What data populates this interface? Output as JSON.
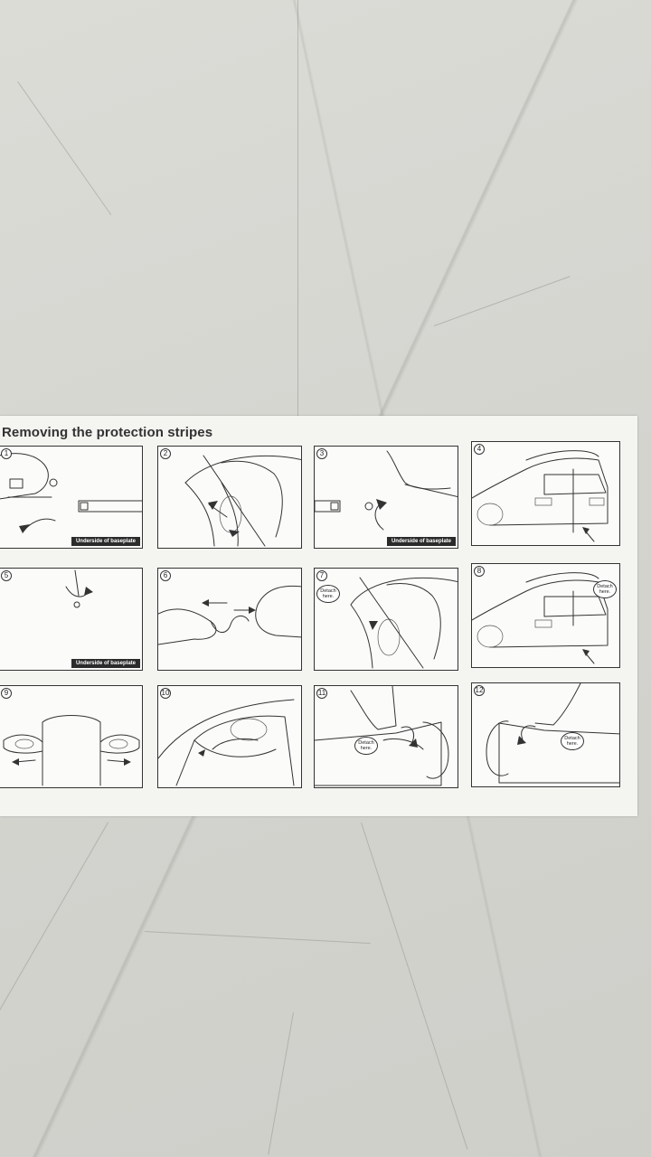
{
  "title": "Removing the protection stripes",
  "steps": [
    {
      "number": "1",
      "caption": "Underside of baseplate"
    },
    {
      "number": "2"
    },
    {
      "number": "3",
      "caption": "Underside of baseplate"
    },
    {
      "number": "4"
    },
    {
      "number": "5",
      "caption": "Underside of baseplate"
    },
    {
      "number": "6"
    },
    {
      "number": "7",
      "bubble": "Detach here."
    },
    {
      "number": "8",
      "bubble": "Detach here."
    },
    {
      "number": "9"
    },
    {
      "number": "10"
    },
    {
      "number": "11",
      "bubble": "Detach here."
    },
    {
      "number": "12",
      "bubble": "Detach here."
    }
  ],
  "icons": [
    "screwdriver-icon",
    "curved-arrow-icon",
    "screw-icon",
    "car-body-outline-icon",
    "car-rear-outline-icon",
    "hand-icon",
    "wire-loop-icon",
    "arrow-icon"
  ]
}
